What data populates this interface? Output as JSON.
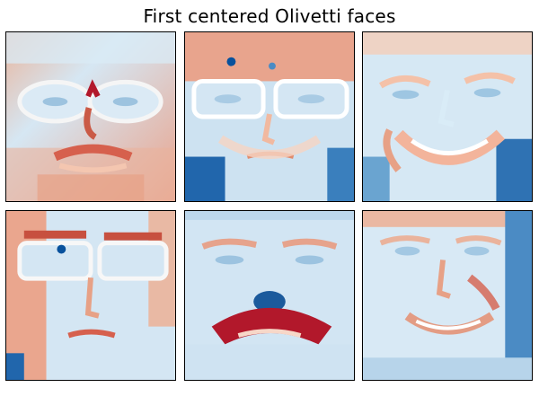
{
  "figure": {
    "title": "First centered Olivetti faces",
    "colormap": {
      "name": "RdBu_r",
      "neg": "#053061",
      "mid": "#f7f7f7",
      "pos": "#67001f"
    }
  },
  "panels": [
    {
      "name": "face-1",
      "features": [
        "glasses",
        "beard",
        "mustache"
      ]
    },
    {
      "name": "face-2",
      "features": [
        "glasses"
      ]
    },
    {
      "name": "face-3",
      "features": [
        "smile"
      ]
    },
    {
      "name": "face-4",
      "features": [
        "glasses"
      ]
    },
    {
      "name": "face-5",
      "features": [
        "mustache"
      ]
    },
    {
      "name": "face-6",
      "features": [
        "smile"
      ]
    }
  ]
}
